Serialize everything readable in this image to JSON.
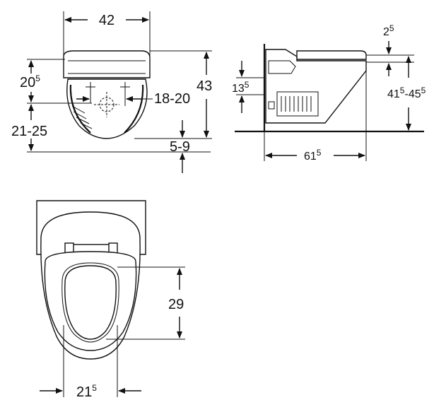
{
  "front_view": {
    "width": "42",
    "seat_height_base": "20",
    "seat_height_sup": "5",
    "pipe_height": "21-25",
    "total_height": "43",
    "pipe_spacing": "18-20",
    "clearance": "5-9"
  },
  "side_view": {
    "lid_offset_base": "2",
    "lid_offset_sup": "5",
    "cover_height_base": "13",
    "cover_height_sup": "5",
    "height_range_base1": "41",
    "height_range_sup1": "5",
    "height_range_dash": "-45",
    "height_range_sup2": "5",
    "depth_base": "61",
    "depth_sup": "5"
  },
  "top_view": {
    "seat_length": "29",
    "seat_width_base": "21",
    "seat_width_sup": "5"
  }
}
